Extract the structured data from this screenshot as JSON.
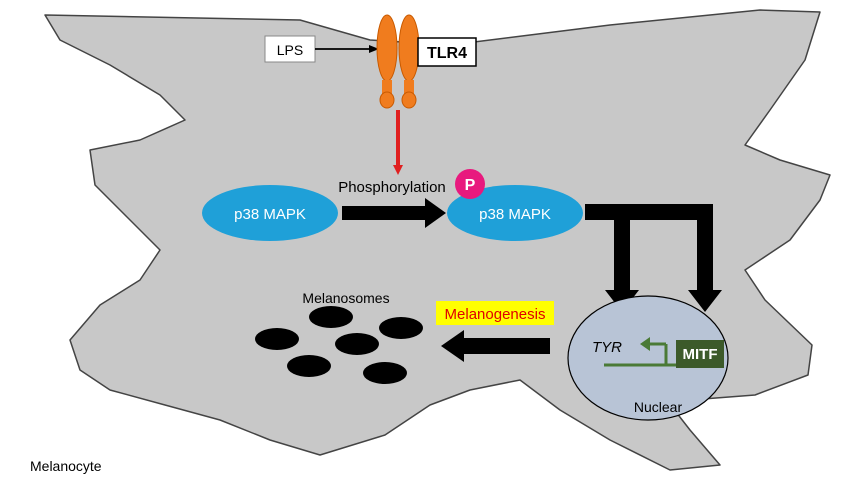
{
  "labels": {
    "lps": "LPS",
    "tlr4": "TLR4",
    "phosphorylation": "Phosphorylation",
    "p38_inactive": "p38 MAPK",
    "p38_active": "p38 MAPK",
    "phospho_badge": "P",
    "melanosomes": "Melanosomes",
    "melanogenesis": "Melanogenesis",
    "tyr": "TYR",
    "mitf": "MITF",
    "nucleus": "Nuclear",
    "cell": "Melanocyte"
  },
  "colors": {
    "cell_fill": "#c8c8c8",
    "cell_stroke": "#444444",
    "receptor": "#f07c1e",
    "receptor_stroke": "#c85a00",
    "p38_fill": "#1fa0d8",
    "phospho_badge": "#e8197e",
    "signal_arrow": "#e02020",
    "arrow": "#000000",
    "nucleus_fill": "#b8c4d6",
    "mitf_fill": "#3c5a2a",
    "gene_line": "#4a7a36",
    "highlight_fill": "#ffff00",
    "highlight_text": "#e00000",
    "melanosome": "#000000"
  },
  "icons": {
    "receptor": "tlr4-receptor-icon",
    "melanosome": "melanosome-granule-icon",
    "phospho": "phosphate-badge-icon"
  }
}
